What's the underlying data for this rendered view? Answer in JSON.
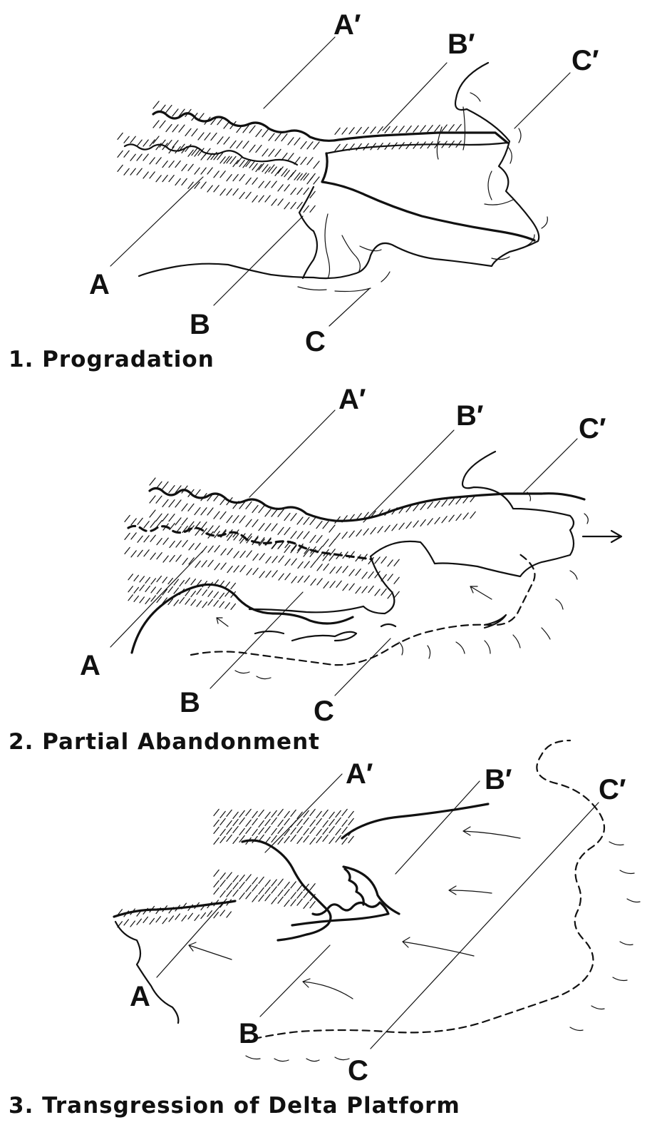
{
  "panels": [
    {
      "caption": "1.  Progradation",
      "labels": {
        "a": "A",
        "a_prime": "A′",
        "b": "B",
        "b_prime": "B′",
        "c": "C",
        "c_prime": "C′"
      }
    },
    {
      "caption": "2.  Partial Abandonment",
      "labels": {
        "a": "A",
        "a_prime": "A′",
        "b": "B",
        "b_prime": "B′",
        "c": "C",
        "c_prime": "C′"
      }
    },
    {
      "caption": "3.  Transgression of Delta Platform",
      "labels": {
        "a": "A",
        "a_prime": "A′",
        "b": "B",
        "b_prime": "B′",
        "c": "C",
        "c_prime": "C′"
      }
    }
  ]
}
